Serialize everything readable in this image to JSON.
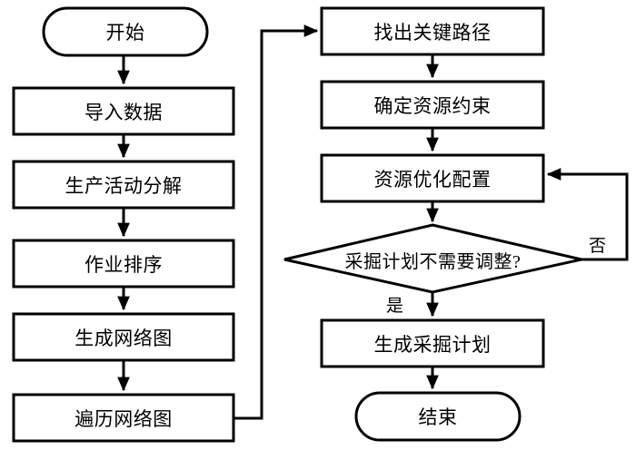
{
  "diagram": {
    "type": "flowchart",
    "title": "",
    "orientation": "two-column",
    "line_color": "#000000",
    "fill_color": "#ffffff",
    "text_color": "#000000"
  },
  "nodes": {
    "start": {
      "label": "开始",
      "shape": "terminator"
    },
    "import_data": {
      "label": "导入数据",
      "shape": "process"
    },
    "decompose": {
      "label": "生产活动分解",
      "shape": "process"
    },
    "sequence": {
      "label": "作业排序",
      "shape": "process"
    },
    "build_network": {
      "label": "生成网络图",
      "shape": "process"
    },
    "traverse_network": {
      "label": "遍历网络图",
      "shape": "process"
    },
    "critical_path": {
      "label": "找出关键路径",
      "shape": "process"
    },
    "resource_constraint": {
      "label": "确定资源约束",
      "shape": "process"
    },
    "resource_optimize": {
      "label": "资源优化配置",
      "shape": "process"
    },
    "decision": {
      "label": "采掘计划不需要调整?",
      "shape": "decision"
    },
    "generate_plan": {
      "label": "生成采掘计划",
      "shape": "process"
    },
    "end": {
      "label": "结束",
      "shape": "terminator"
    }
  },
  "edge_labels": {
    "yes": "是",
    "no": "否"
  }
}
